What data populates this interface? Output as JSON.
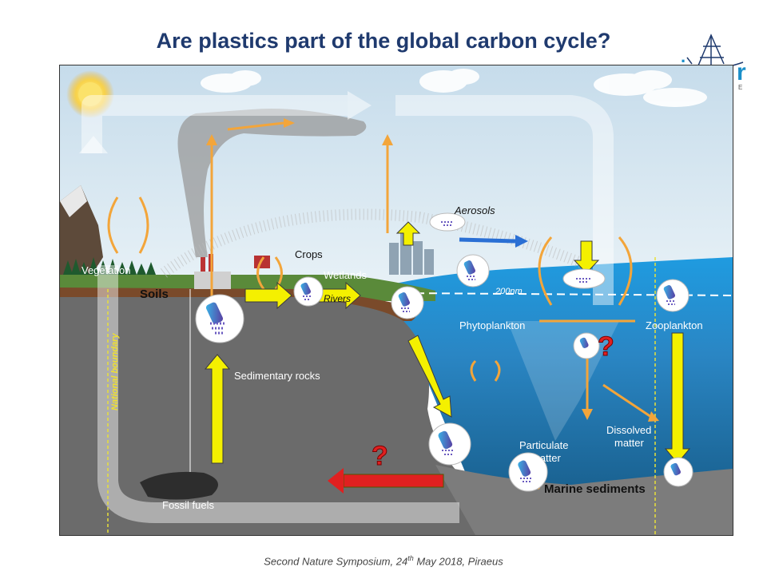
{
  "title": "Are plastics part of the global carbon cycle?",
  "footer": {
    "prefix": "Second Nature Symposium, 24",
    "superscript": "th",
    "suffix": "  May 2018, Piraeus"
  },
  "logo": {
    "letter": "r",
    "sub": "E",
    "dot": "."
  },
  "labels": {
    "aerosols": "Aerosols",
    "crops": "Crops",
    "vegetation": "Vegetation",
    "soils": "Soils",
    "wetlands": "Wetlands",
    "rivers": "Rivers",
    "depth": "200nm",
    "phytoplankton": "Phytoplankton",
    "zooplankton": "Zooplankton",
    "sedimentary_rocks": "Sedimentary rocks",
    "national_boundary": "National boundary",
    "dissolved_1": "Dissolved",
    "dissolved_2": "matter",
    "particulate_1": "Particulate",
    "particulate_2": "matter",
    "marine_sediments": "Marine sediments",
    "fossil_fuels": "Fossil fuels",
    "question": "?"
  },
  "colors": {
    "title": "#1f3a6e",
    "sky": "#d6e8f2",
    "ocean_top": "#2e9ad6",
    "ocean_deep": "#14567f",
    "land": "#6b6b6b",
    "yellow_arrow": "#f4f000",
    "orange_arrow": "#f3a53a",
    "red_arrow": "#e02020"
  }
}
